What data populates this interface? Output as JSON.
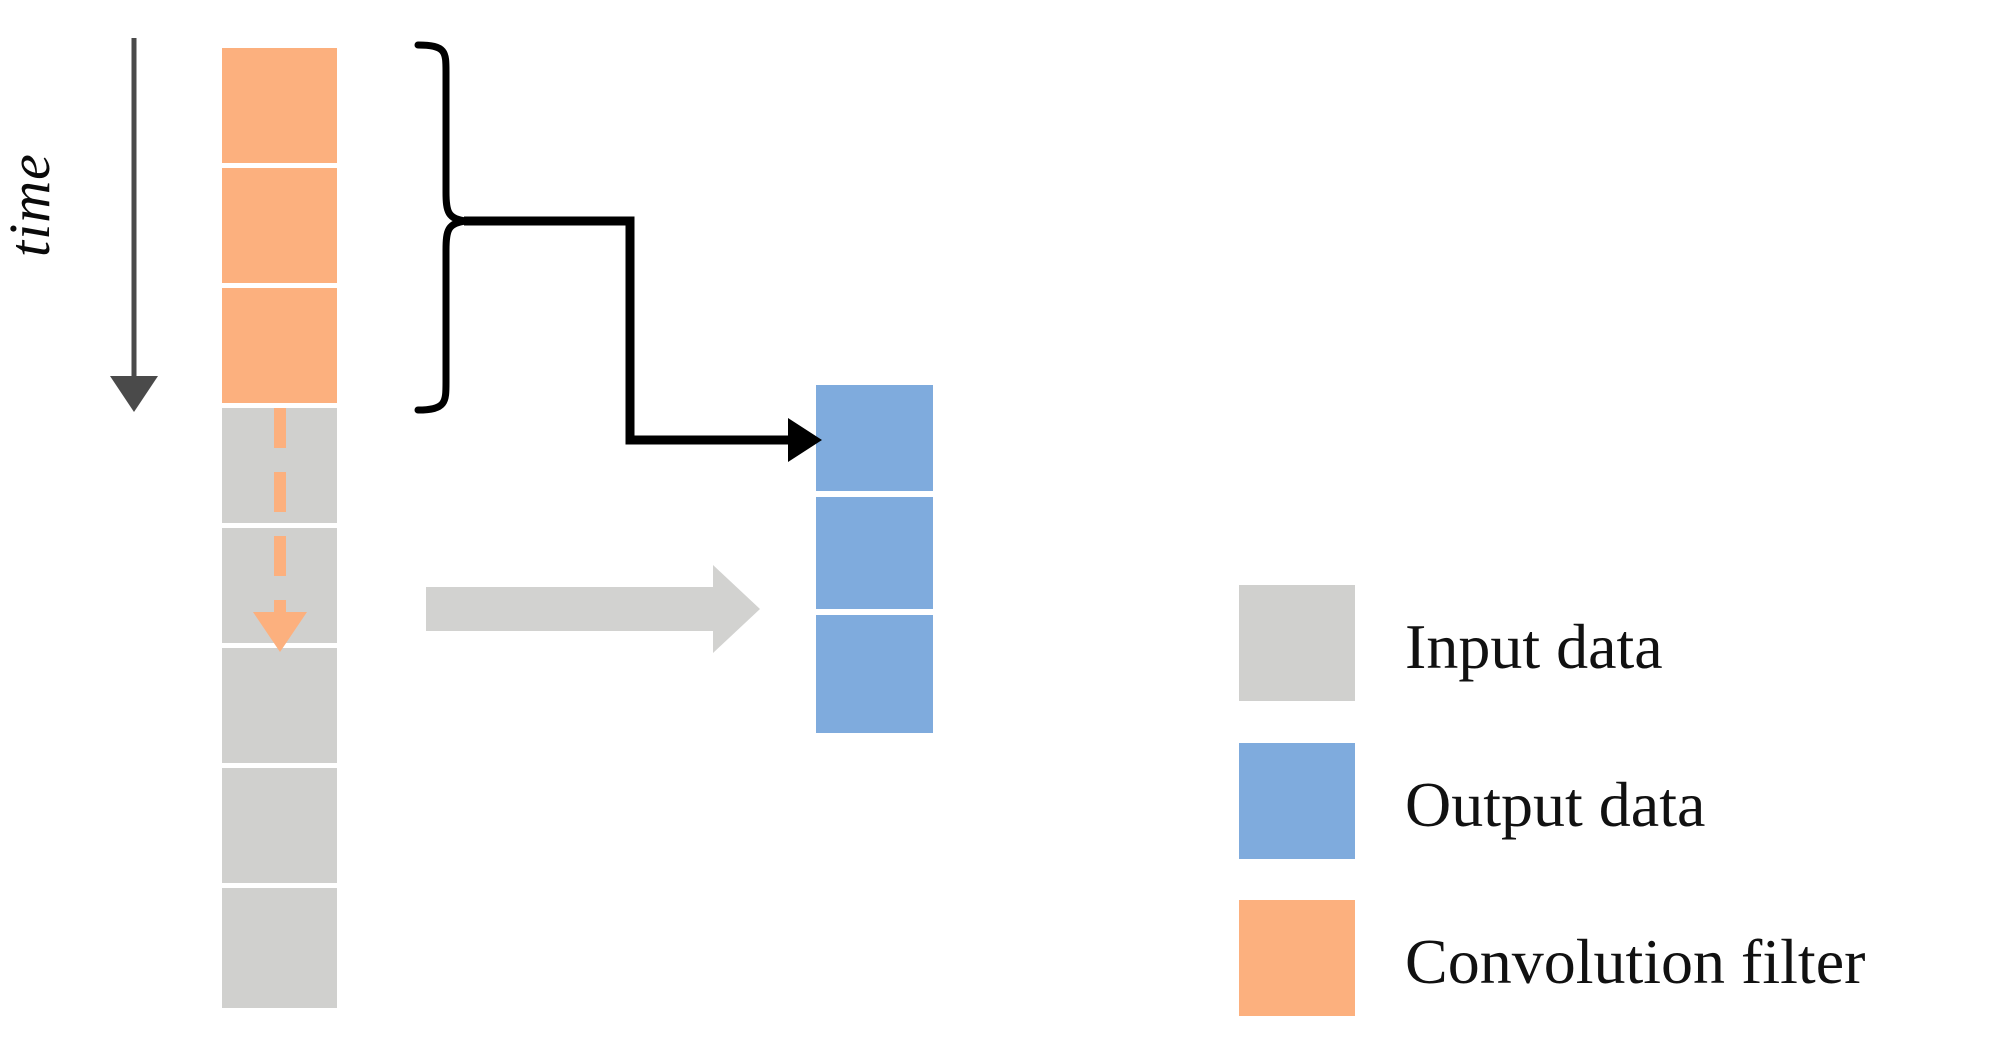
{
  "figure": {
    "title": "1D temporal convolution diagram",
    "axis_label": "time",
    "background": "#FFFFFF"
  },
  "colors": {
    "input": "#D0D0CE",
    "output": "#7FABDD",
    "filter": "#FCB07E",
    "brace": "#000000",
    "time_arrow": "#4A4A4A",
    "block_arrow": "#D2D2D0"
  },
  "input_column": {
    "name": "input-sequence",
    "cell_count": 8,
    "cells": [
      {
        "index": 0,
        "role": "filter",
        "color": "#FCB07E"
      },
      {
        "index": 1,
        "role": "filter",
        "color": "#FCB07E"
      },
      {
        "index": 2,
        "role": "filter",
        "color": "#FCB07E"
      },
      {
        "index": 3,
        "role": "input",
        "color": "#D0D0CE"
      },
      {
        "index": 4,
        "role": "input",
        "color": "#D0D0CE"
      },
      {
        "index": 5,
        "role": "input",
        "color": "#D0D0CE"
      },
      {
        "index": 6,
        "role": "input",
        "color": "#D0D0CE"
      },
      {
        "index": 7,
        "role": "input",
        "color": "#D0D0CE"
      }
    ]
  },
  "output_column": {
    "name": "output-sequence",
    "cell_count": 3,
    "cells": [
      {
        "index": 0,
        "role": "output",
        "color": "#7FABDD"
      },
      {
        "index": 1,
        "role": "output",
        "color": "#7FABDD"
      },
      {
        "index": 2,
        "role": "output",
        "color": "#7FABDD"
      }
    ]
  },
  "annotations": {
    "slide_arrow": "filter-slide-direction",
    "brace": "receptive-field-brace",
    "mapping_arrow": "filter-to-output-arrow",
    "transform_arrow": "input-to-output-block-arrow"
  },
  "legend": {
    "items": [
      {
        "label": "Input data",
        "color": "#D0D0CE"
      },
      {
        "label": "Output data",
        "color": "#7FABDD"
      },
      {
        "label": "Convolution filter",
        "color": "#FCB07E"
      }
    ]
  }
}
